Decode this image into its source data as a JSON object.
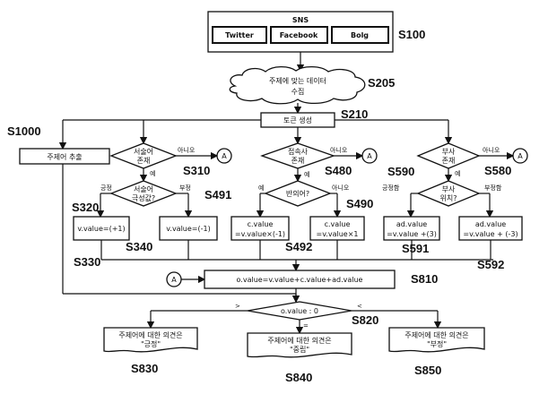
{
  "sns": {
    "title": "SNS",
    "twitter": "Twitter",
    "facebook": "Facebook",
    "blog": "Bolg",
    "ref": "S100"
  },
  "collect": {
    "line1": "주제에 맞는 데이터",
    "line2": "수집",
    "ref": "S205"
  },
  "token": {
    "label": "토큰 생성",
    "ref": "S210"
  },
  "extract": {
    "label": "주제어 추출",
    "ref": "S1000"
  },
  "connector": "A",
  "no_label": "아니오",
  "yes_label": "예",
  "positive_short": "긍정",
  "negative_short": "부정",
  "verb": {
    "exists_1": "서술어",
    "exists_2": "존재",
    "ref_exists": "S310",
    "polarity_1": "서술어",
    "polarity_2": "극성값?",
    "ref_polarity": "S320",
    "plus_value": "v.value=(+1)",
    "ref_plus": "S330",
    "minus_value": "v.value=(-1)",
    "ref_minus": "S340"
  },
  "conj": {
    "exists_1": "접속사",
    "exists_2": "존재",
    "ref_exists": "S480",
    "reverse": "반의어?",
    "ref_reverse": "S490",
    "yes_1": "c.value",
    "yes_2": "=v.value×(-1)",
    "ref_yes": "S491",
    "no_1": "c.value",
    "no_2": "=v.value×1",
    "ref_no": "S492"
  },
  "adverb": {
    "exists_1": "부사",
    "exists_2": "존재",
    "ref_exists": "S580",
    "pos_1": "부사",
    "pos_2": "위치?",
    "ref_pos": "S590",
    "positive_branch": "긍정함",
    "negative_branch": "부정함",
    "plus_1": "ad.value",
    "plus_2": "=v.value +(3)",
    "ref_plus": "S591",
    "minus_1": "ad.value",
    "minus_2": "=v.value + (-3)",
    "ref_minus": "S592"
  },
  "sum": {
    "label": "o.value=v.value+c.value+ad.value",
    "ref": "S810"
  },
  "compare": {
    "label": "o.value : 0",
    "ref": "S820",
    "gt": ">",
    "lt": "<",
    "eq": "="
  },
  "results": {
    "pos_1": "주제어에 대한 의견은",
    "pos_2": "\"긍정\"",
    "ref_pos": "S830",
    "neu_1": "주제어에 대한 의견은",
    "neu_2": "\"중립\"",
    "ref_neu": "S840",
    "neg_1": "주제어에 대한 의견은",
    "neg_2": "\"부정\"",
    "ref_neg": "S850"
  }
}
